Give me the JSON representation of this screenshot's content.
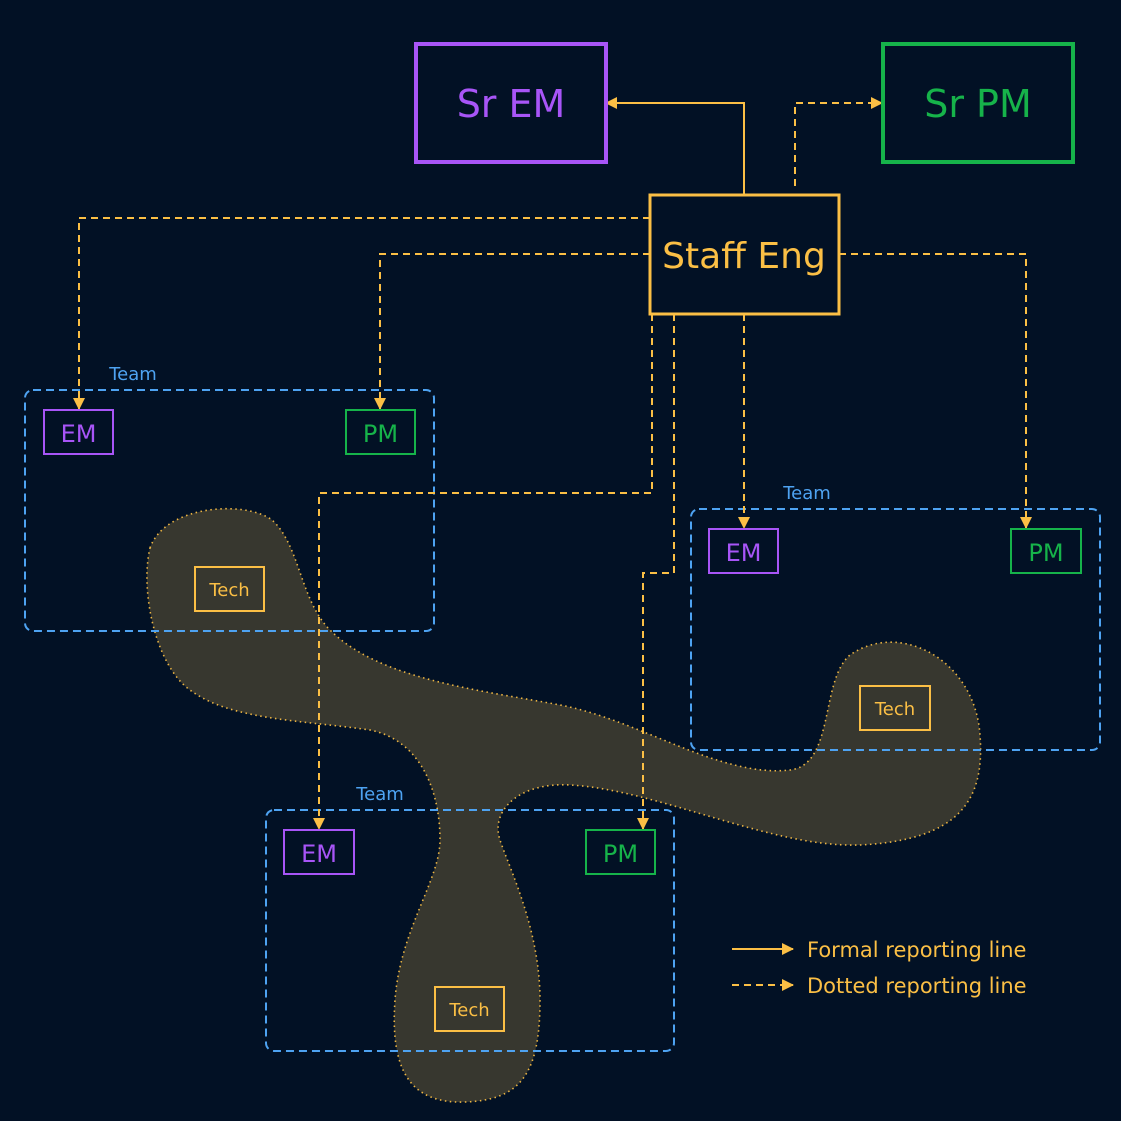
{
  "nodes": {
    "sr_em": "Sr EM",
    "sr_pm": "Sr PM",
    "staff_eng": "Staff Eng"
  },
  "teams": [
    {
      "label": "Team",
      "em": "EM",
      "pm": "PM",
      "tech": "Tech"
    },
    {
      "label": "Team",
      "em": "EM",
      "pm": "PM",
      "tech": "Tech"
    },
    {
      "label": "Team",
      "em": "EM",
      "pm": "PM",
      "tech": "Tech"
    }
  ],
  "legend": {
    "formal": "Formal reporting line",
    "dotted": "Dotted reporting line"
  },
  "colors": {
    "background": "#021125",
    "em": "#a855f7",
    "pm": "#16b34a",
    "staff": "#fbbf45",
    "team_border": "#4ea3f2",
    "tech_blob": "#3a3a30"
  }
}
